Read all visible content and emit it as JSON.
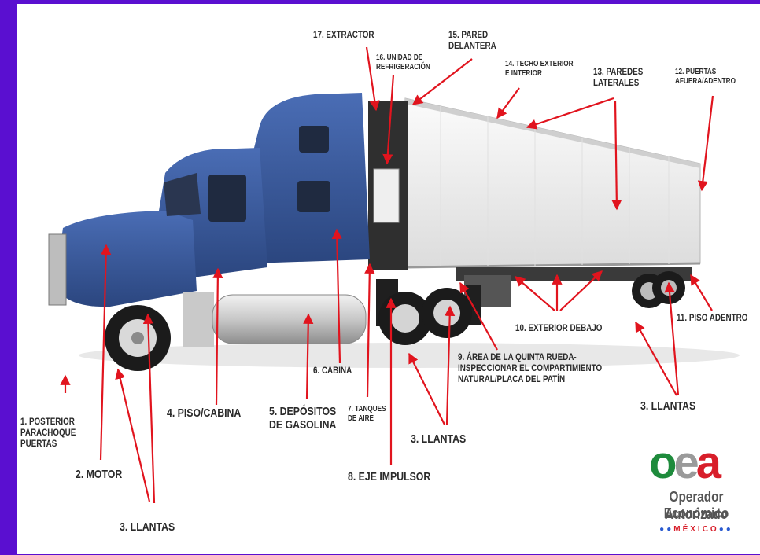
{
  "colors": {
    "frame": "#5a0fd0",
    "panel": "#ffffff",
    "arrow": "#e1141e",
    "cab": "#3a5a9e",
    "trailer": "#f4f4f4",
    "label": "#2a2a2a"
  },
  "labels": {
    "l1": "1. POSTERIOR\nPARACHOQUE\nPUERTAS",
    "l2": "2. MOTOR",
    "l3a": "3. LLANTAS",
    "l3b": "3. LLANTAS",
    "l3c": "3. LLANTAS",
    "l4": "4. PISO/CABINA",
    "l5": "5. DEPÓSITOS\nDE GASOLINA",
    "l6": "6. CABINA",
    "l7": "7. TANQUES\nDE AIRE",
    "l8": "8. EJE IMPULSOR",
    "l9": "9. ÁREA DE LA QUINTA RUEDA-\nINSPECCIONAR EL COMPARTIMIENTO\nNATURAL/PLACA DEL PATÍN",
    "l10": "10. EXTERIOR DEBAJO",
    "l11": "11. PISO ADENTRO",
    "l12": "12. PUERTAS\nAFUERA/ADENTRO",
    "l13": "13. PAREDES\nLATERALES",
    "l14": "14. TECHO EXTERIOR\nE INTERIOR",
    "l15": "15. PARED\nDELANTERA",
    "l16": "16. UNIDAD DE\nREFRIGERACIÓN",
    "l17": "17. EXTRACTOR"
  },
  "logo": {
    "mark_o": "o",
    "mark_e": "e",
    "mark_a": "a",
    "line1": "Operador Económico",
    "line2": "Autorizado",
    "dots_left": "●●",
    "country": "MÉXICO",
    "dots_right": "●●"
  }
}
